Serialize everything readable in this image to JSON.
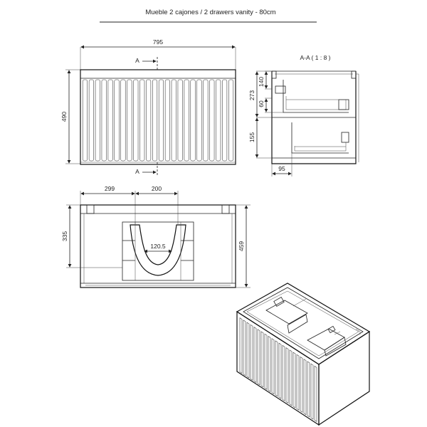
{
  "title": "Mueble 2 cajones / 2 drawers vanity - 80cm",
  "front_view": {
    "width_label": "795",
    "height_label": "490",
    "section_marker_top": "A",
    "section_marker_bottom": "A",
    "slat_count": 24
  },
  "section_view": {
    "label": "A-A ( 1 : 8 )",
    "dims": [
      "140",
      "273",
      "60",
      "155",
      "95"
    ]
  },
  "top_view": {
    "dims": [
      "299",
      "200",
      "120.5",
      "335",
      "459"
    ]
  },
  "iso_view": {
    "slat_count": 22
  }
}
